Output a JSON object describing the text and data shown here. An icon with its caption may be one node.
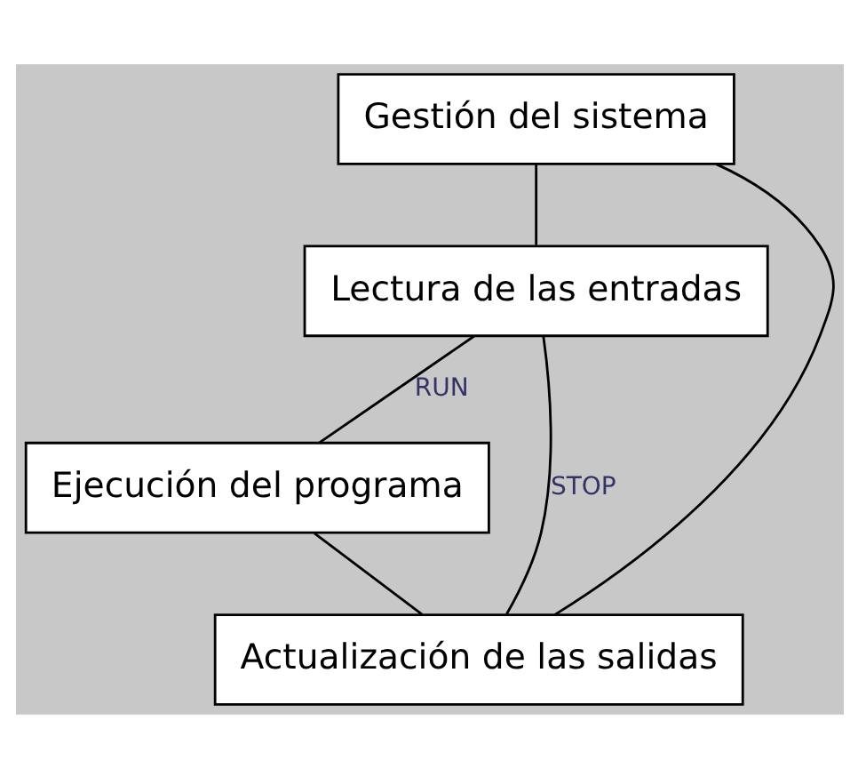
{
  "diagram": {
    "nodes": [
      {
        "text": [
          "Gestión del sistema"
        ]
      },
      {
        "text": [
          "Lectura de las entradas"
        ]
      },
      {
        "text": [
          "Ejecución del programa"
        ]
      },
      {
        "text": [
          "Actualización de las salidas"
        ]
      }
    ],
    "edges": [
      {
        "from": 0,
        "to": 1,
        "arrow": "none"
      },
      {
        "from": 1,
        "to": 2,
        "arrow": "none",
        "label": "RUN"
      },
      {
        "from": 2,
        "to": 3,
        "arrow": "none"
      },
      {
        "from": 1,
        "to": 3,
        "arrow": "none",
        "label": "STOP"
      },
      {
        "from": 3,
        "to": 0,
        "arrow": "none"
      }
    ]
  }
}
